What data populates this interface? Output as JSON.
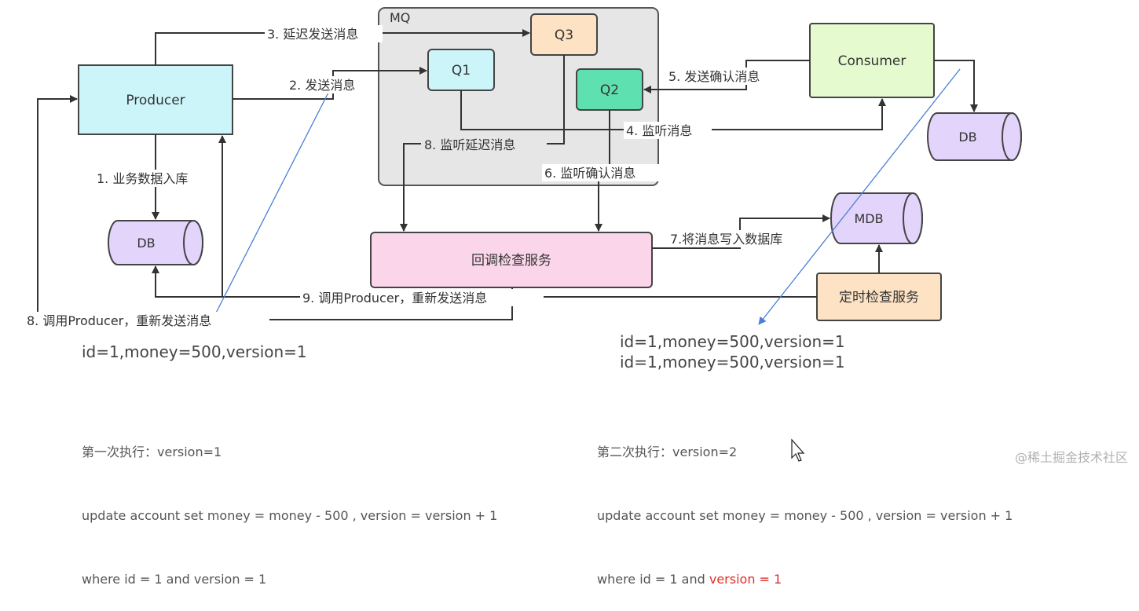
{
  "nodes": {
    "mq": "MQ",
    "producer": "Producer",
    "consumer": "Consumer",
    "q1": "Q1",
    "q2": "Q2",
    "q3": "Q3",
    "db_left": "DB",
    "db_right": "DB",
    "mdb": "MDB",
    "callback_service": "回调检查服务",
    "timer_service": "定时检查服务"
  },
  "edges": {
    "e1": "1. 业务数据入库",
    "e2": "2. 发送消息",
    "e3": "3. 延迟发送消息",
    "e4": "4. 监听消息",
    "e5": "5. 发送确认消息",
    "e6": "6. 监听确认消息",
    "e7": "7.将消息写入数据库",
    "e8_listen": "8. 监听延迟消息",
    "e8_call": "8. 调用Producer，重新发送消息",
    "e9": "9. 调用Producer，重新发送消息"
  },
  "notes": {
    "left_record": "id=1,money=500,version=1",
    "right_record_1": "id=1,money=500,version=1",
    "right_record_2": "id=1,money=500,version=1",
    "first_title": "第一次执行：version=1",
    "first_sql_1": "update account set money = money - 500 , version = version + 1",
    "first_sql_2": "where id = 1 and version = 1",
    "second_title": "第二次执行：version=2",
    "second_sql_1": "update account set money = money - 500 , version = version + 1",
    "second_sql_2a": "where id = 1 and ",
    "second_sql_2b": "version = 1"
  },
  "watermark": "@稀土掘金技术社区",
  "colors": {
    "producer": "#ccf5fa",
    "consumer": "#e6fad0",
    "q1": "#ccf5fa",
    "q2": "#5fe0b0",
    "q3": "#fde2c4",
    "db": "#e3d4fb",
    "callback": "#fbd6ea",
    "timer": "#fde2c4",
    "mq_bg": "#e6e6e6",
    "highlight": "#e0302a",
    "blue_line": "#4a7fd6"
  }
}
